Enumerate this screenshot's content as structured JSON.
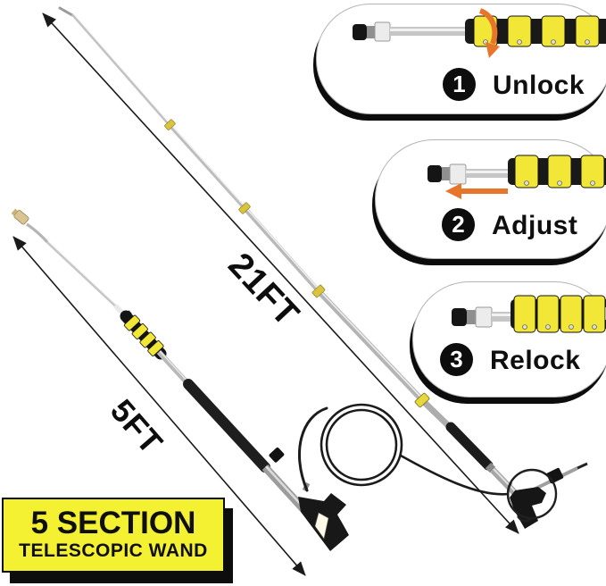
{
  "steps": [
    {
      "number": "1",
      "label": "Unlock"
    },
    {
      "number": "2",
      "label": "Adjust"
    },
    {
      "number": "3",
      "label": "Relock"
    }
  ],
  "measurements": {
    "extended_length": "21FT",
    "collapsed_length": "5FT"
  },
  "badge": {
    "line1": "5 SECTION",
    "line2": "TELESCOPIC WAND"
  },
  "icons": {
    "step1_arrow": "curved-rotate-arrow",
    "step2_arrow": "slide-left-arrow",
    "measure_arrows": "double-headed-diagonal-arrows"
  },
  "colors": {
    "clamp_yellow": "#F2E636",
    "joint_gold": "#D9C43C",
    "arrow_orange": "#E8762A",
    "badge_yellow": "#F4F032",
    "ink_black": "#111111"
  }
}
